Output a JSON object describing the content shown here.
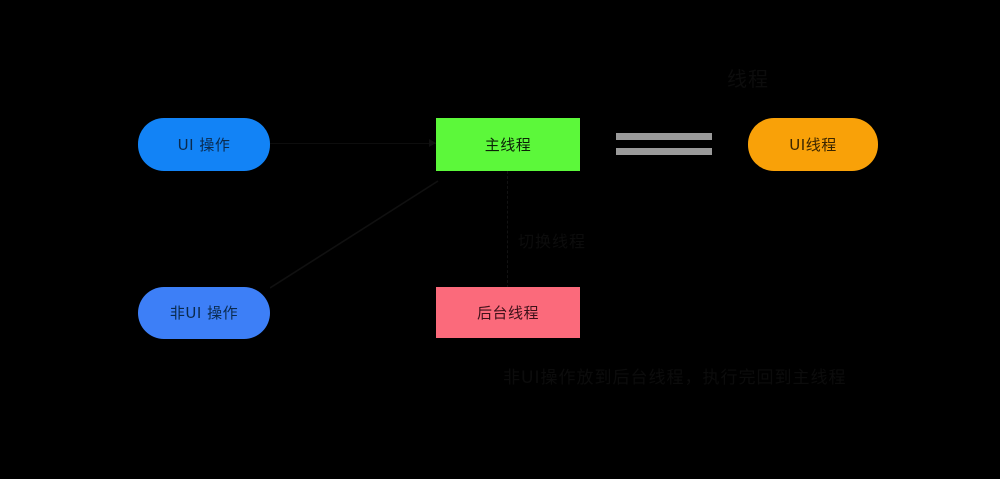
{
  "diagram": {
    "background_color": "#000000",
    "title_label": "线程",
    "caption": "非UI操作放到后台线程，执行完回到主线程",
    "nodes": [
      {
        "id": "ui-op",
        "label": "UI 操作",
        "shape": "rounded-rect",
        "fill": "#1283f6",
        "text_color": "#0a2a4d"
      },
      {
        "id": "non-ui-op",
        "label": "非UI 操作",
        "shape": "rounded-rect",
        "fill": "#3d7ff7",
        "text_color": "#0a2a4d"
      },
      {
        "id": "main-thread",
        "label": "主线程",
        "shape": "rect",
        "fill": "#5cf83a",
        "text_color": "#0b2207"
      },
      {
        "id": "background-thread",
        "label": "后台线程",
        "shape": "rect",
        "fill": "#fb6a7b",
        "text_color": "#3d1119"
      },
      {
        "id": "ui-thread",
        "label": "UI线程",
        "shape": "rounded-rect",
        "fill": "#f9a108",
        "text_color": "#3a2500"
      }
    ],
    "edges": [
      {
        "id": "ui-op-to-main-thread",
        "from": "ui-op",
        "to": "main-thread",
        "style": "solid-arrow",
        "color": "#0d0d0d",
        "label": ""
      },
      {
        "id": "non-ui-op-to-main-thread",
        "from": "non-ui-op",
        "to": "main-thread",
        "style": "solid-diagonal",
        "color": "#0d0d0d",
        "label": ""
      },
      {
        "id": "main-thread-to-background-thread",
        "from": "main-thread",
        "to": "background-thread",
        "style": "dashed",
        "color": "#121212",
        "label": "切换线程"
      },
      {
        "id": "main-thread-equals-ui-thread",
        "from": "main-thread",
        "to": "ui-thread",
        "style": "double-bar-equivalence",
        "color": "#9a9a9a",
        "label": ""
      }
    ]
  }
}
